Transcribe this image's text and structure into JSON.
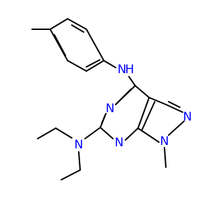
{
  "molecule": {
    "labels": {
      "amine_nh": "N",
      "amine_nh_h": "H",
      "pyrimidine_n3": "N",
      "pyrimidine_n1": "N",
      "diethylamino_n": "N",
      "pyrazole_n2": "N",
      "pyrazole_n1": "N"
    },
    "colors": {
      "bond": "#000000",
      "nitrogen": "#0000ff",
      "background": "#ffffff"
    }
  }
}
